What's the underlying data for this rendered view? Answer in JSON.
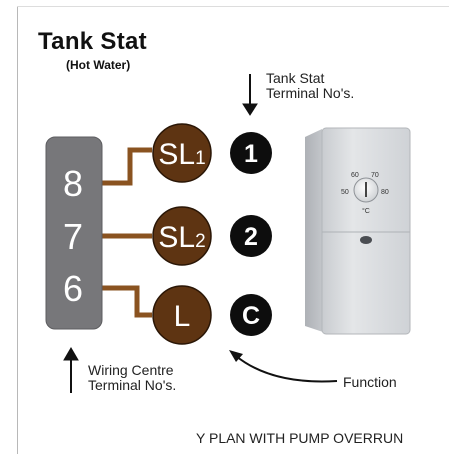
{
  "diagram": {
    "title": "Tank Stat",
    "subtitle": "(Hot Water)",
    "tank_stat_label": [
      "Tank Stat",
      "Terminal No's."
    ],
    "wiring_centre_label": [
      "Wiring Centre",
      "Terminal No's."
    ],
    "function_label": "Function",
    "footer": "Y PLAN WITH PUMP OVERRUN",
    "wiring_centre_terminals": [
      "8",
      "7",
      "6"
    ],
    "functions": [
      {
        "main": "SL",
        "sub": "1"
      },
      {
        "main": "SL",
        "sub": "2"
      },
      {
        "main": "L",
        "sub": ""
      }
    ],
    "tank_stat_terminals": [
      "1",
      "2",
      "C"
    ],
    "dial": {
      "scale": [
        "50",
        "60",
        "70",
        "80"
      ],
      "unit": "°C"
    }
  },
  "colors": {
    "wiring_block": "#77777a",
    "function_circle": "#5e3412",
    "wire": "#8a5320",
    "terminal_circle": "#0d0d0d",
    "thermostat_body": "#dcdfe2"
  }
}
